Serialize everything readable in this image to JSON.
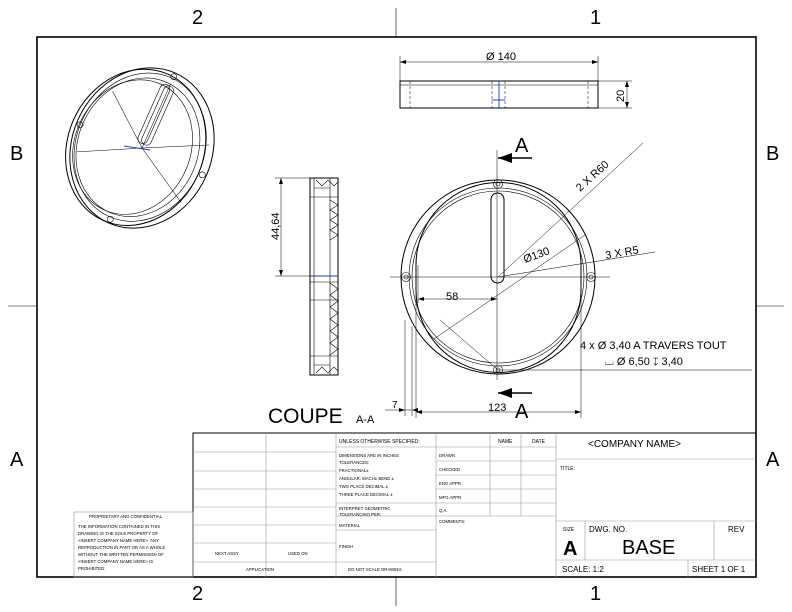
{
  "zones": {
    "col_left": "2",
    "col_right": "1",
    "row_top": "B",
    "row_bottom": "A"
  },
  "top_view": {
    "diameter_label": "Ø 140",
    "height_label": "20"
  },
  "section_view": {
    "height_label": "44,64",
    "title": "COUPE",
    "suffix": "A-A",
    "offset_label": "7"
  },
  "front_view": {
    "cut_label_top": "A",
    "cut_label_bottom": "A",
    "radius_outer_label": "2 X R60",
    "diameter_label": "Ø130",
    "radius_small_label": "3 X R5",
    "dim_58": "58",
    "dim_123": "123",
    "hole_note_line1": "4 x Ø 3,40 A TRAVERS TOUT",
    "hole_note_line2": "⌴ Ø 6,50 ↧ 3,40"
  },
  "title_block": {
    "unless": "UNLESS OTHERWISE SPECIFIED:",
    "name_header": "NAME",
    "date_header": "DATE",
    "company_name": "<COMPANY NAME>",
    "dims_lines": [
      "DIMENSIONS ARE IN INCHES",
      "TOLERANCES:",
      "FRACTIONAL±",
      "ANGULAR: MACH±   BEND ±",
      "TWO PLACE DECIMAL   ±",
      "THREE PLACE DECIMAL  ±"
    ],
    "drawn": "DRAWN",
    "checked": "CHECKED",
    "eng_appr": "ENG APPR.",
    "mfg_appr": "MFG APPR.",
    "qa": "Q.A.",
    "comments": "COMMENTS:",
    "title_label": "TITLE:",
    "interpret_lines": [
      "INTERPRET GEOMETRIC",
      "TOLERANCING PER:"
    ],
    "material": "MATERIAL",
    "finish": "FINISH",
    "next_assy": "NEXT ASSY",
    "used_on": "USED ON",
    "application": "APPLICATION",
    "do_not_scale": "DO NOT SCALE DRAWING",
    "size_label": "SIZE",
    "size_value": "A",
    "dwg_no_label": "DWG.  NO.",
    "dwg_no_value": "BASE",
    "rev_label": "REV",
    "scale": "SCALE: 1:2",
    "sheet": "SHEET 1 OF 1",
    "prop_title": "PROPRIETARY AND CONFIDENTIAL",
    "prop_lines": [
      "THE INFORMATION CONTAINED IN THIS",
      "DRAWING IS THE SOLE PROPERTY OF",
      "<INSERT COMPANY NAME HERE>.  ANY",
      "REPRODUCTION IN PART OR AS A WHOLE",
      "WITHOUT THE WRITTEN PERMISSION OF",
      "<INSERT COMPANY NAME HERE> IS",
      "PROHIBITED."
    ]
  }
}
